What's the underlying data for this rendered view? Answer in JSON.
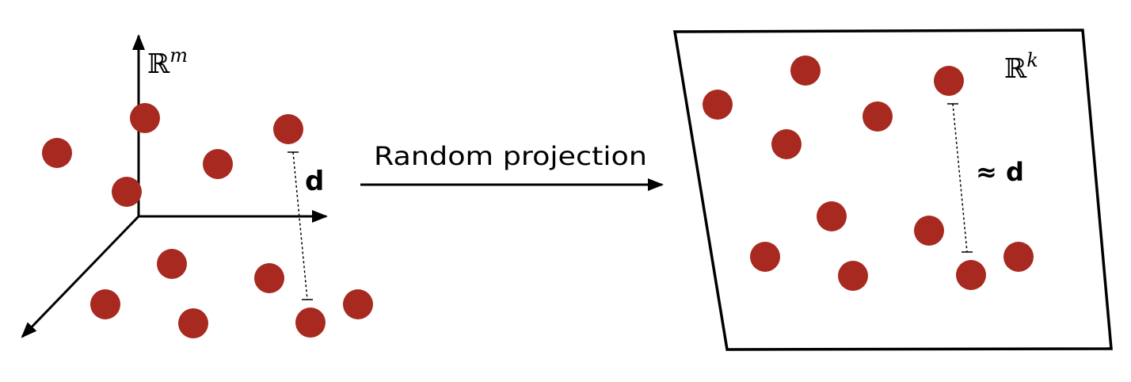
{
  "left_space": {
    "label_symbol": "ℝ",
    "label_exponent": "m",
    "distance_label": "d"
  },
  "arrow": {
    "label": "Random projection"
  },
  "right_space": {
    "label_symbol": "ℝ",
    "label_exponent": "k",
    "distance_label": "≈ d"
  },
  "colors": {
    "point": "#a8291f",
    "ink": "#000000",
    "background": "#ffffff"
  }
}
